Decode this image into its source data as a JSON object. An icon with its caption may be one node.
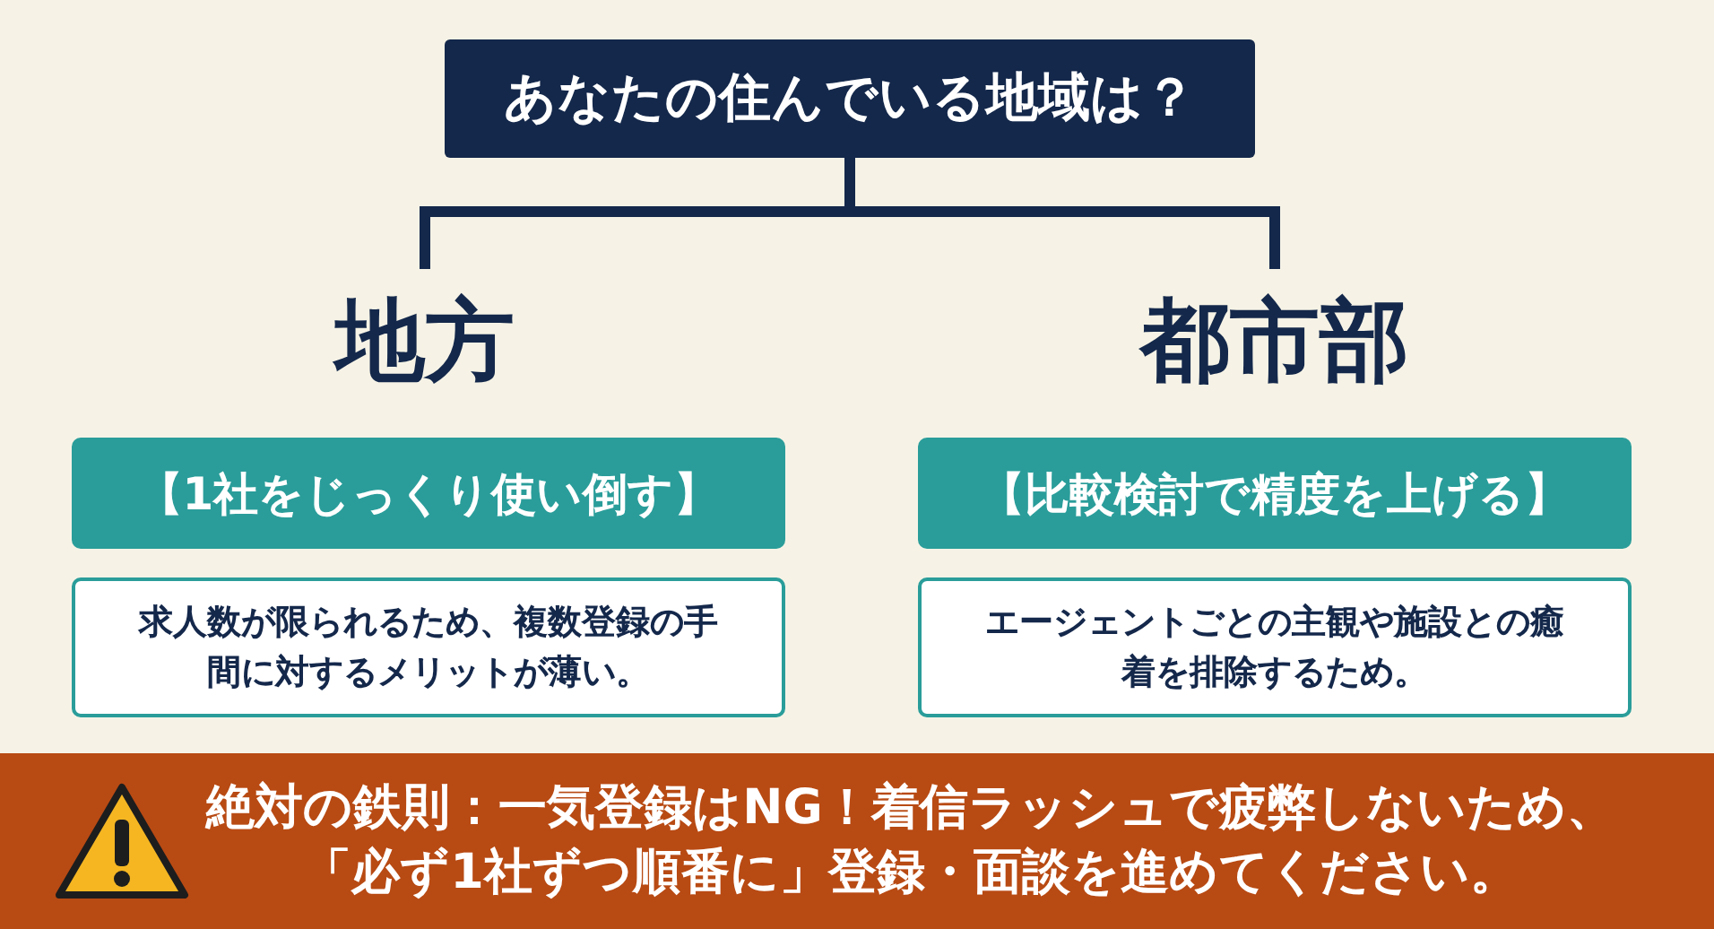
{
  "diagram": {
    "nodes": [
      {
        "text": [
          "あなたの住んでいる地域は？"
        ]
      },
      {
        "text": [
          "地方"
        ]
      },
      {
        "text": [
          "【1社をじっくり使い倒す】"
        ]
      },
      {
        "text": [
          "求人数が限られるため、複数登録の手間に対するメリットが薄い。"
        ]
      },
      {
        "text": [
          "都市部"
        ]
      },
      {
        "text": [
          "【比較検討で精度を上げる】"
        ]
      },
      {
        "text": [
          "エージェントごとの主観や施設との癒着を排除するため。"
        ]
      },
      {
        "text": [
          "絶対の鉄則：一気登録はNG！着信ラッシュで疲弊しないため、「必ず1社ずつ順番に」登録・面談を進めてください。"
        ]
      }
    ],
    "edges": [
      {
        "from": 0,
        "to": 1,
        "arrow": "none"
      },
      {
        "from": 0,
        "to": 4,
        "arrow": "none"
      }
    ]
  }
}
